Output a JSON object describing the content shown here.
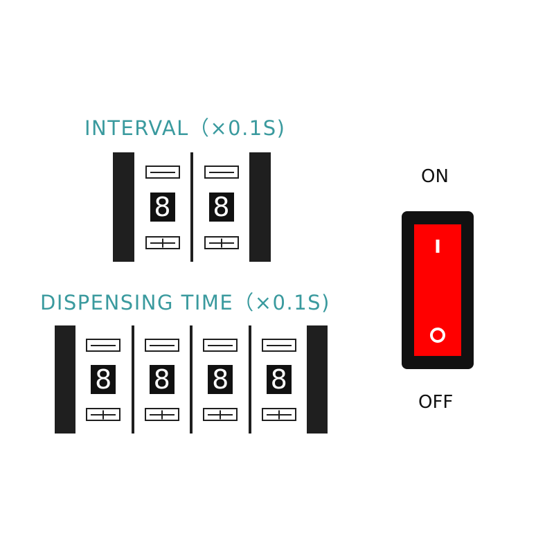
{
  "interval": {
    "label": "INTERVAL（×0.1S)",
    "digits": [
      "8",
      "8"
    ]
  },
  "dispensing_time": {
    "label": "DISPENSING TIME（×0.1S)",
    "digits": [
      "8",
      "8",
      "8",
      "8"
    ]
  },
  "power_switch": {
    "on_label": "ON",
    "off_label": "OFF",
    "color": "#ff0000"
  },
  "icons": {
    "minus": "minus-icon",
    "plus": "plus-icon",
    "on": "on-symbol-icon",
    "off": "off-symbol-icon"
  },
  "colors": {
    "label": "#3a9a9e",
    "body": "#1f1f1f",
    "rocker": "#ff0000"
  }
}
